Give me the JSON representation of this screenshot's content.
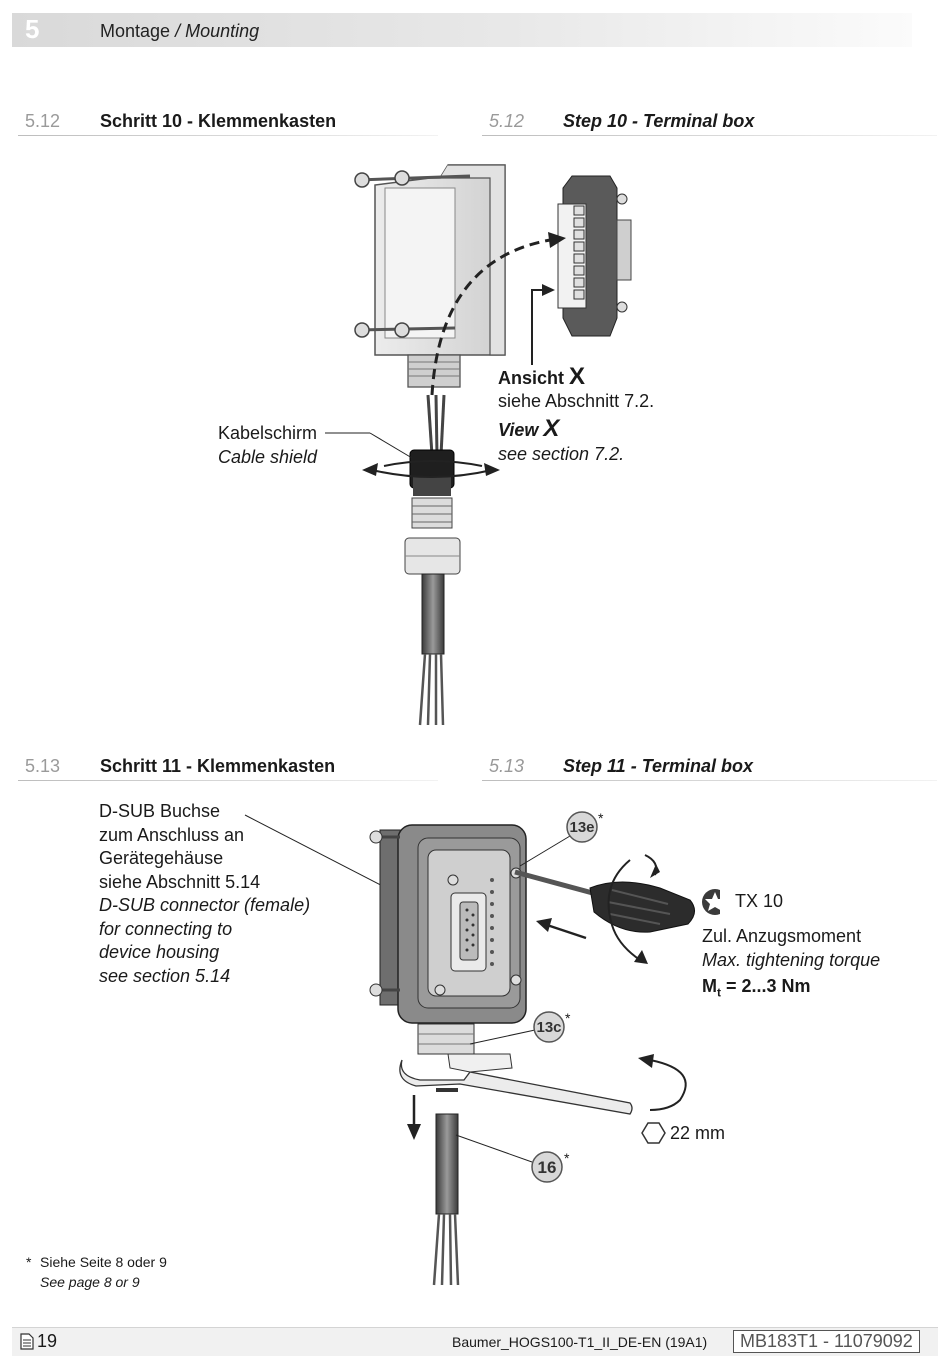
{
  "header": {
    "chapter": "5",
    "title": "Montage",
    "title_en": "/ Mounting"
  },
  "sections": [
    {
      "num": "5.12",
      "title_de": "Schritt 10 - Klemmenkasten",
      "title_en": "Step 10 - Terminal box"
    },
    {
      "num": "5.13",
      "title_de": "Schritt 11 - Klemmenkasten",
      "title_en": "Step 11 - Terminal box"
    }
  ],
  "fig1": {
    "ansicht_label": "Ansicht",
    "ansicht_x": "X",
    "ansicht_ref": "siehe Abschnitt 7.2.",
    "view_label": "View",
    "view_x": "X",
    "view_ref": "see section 7.2.",
    "shield_de": "Kabelschirm",
    "shield_en": "Cable shield"
  },
  "fig2": {
    "dsub_lines": [
      "D-SUB Buchse",
      "zum Anschluss an",
      "Gerätegehäuse",
      "siehe Abschnitt 5.14"
    ],
    "dsub_lines_en": [
      "D-SUB connector (female)",
      "for connecting to",
      "device housing",
      "see section 5.14"
    ],
    "badge_13e": "13e",
    "badge_13c": "13c",
    "badge_16": "16",
    "asterisk": "*",
    "tx": "TX 10",
    "torque_de": "Zul. Anzugsmoment",
    "torque_en": "Max. tightening torque",
    "torque_sym": "M",
    "torque_sub": "t",
    "torque_val": " = 2...3 Nm",
    "wrench": "22 mm"
  },
  "footnote": {
    "mark": "*",
    "de": "Siehe Seite 8 oder 9",
    "en": "See page 8 or 9"
  },
  "footer": {
    "page": "19",
    "doc": "Baumer_HOGS100-T1_II_DE-EN  (19A1)",
    "code": "MB183T1 - 11079092"
  }
}
